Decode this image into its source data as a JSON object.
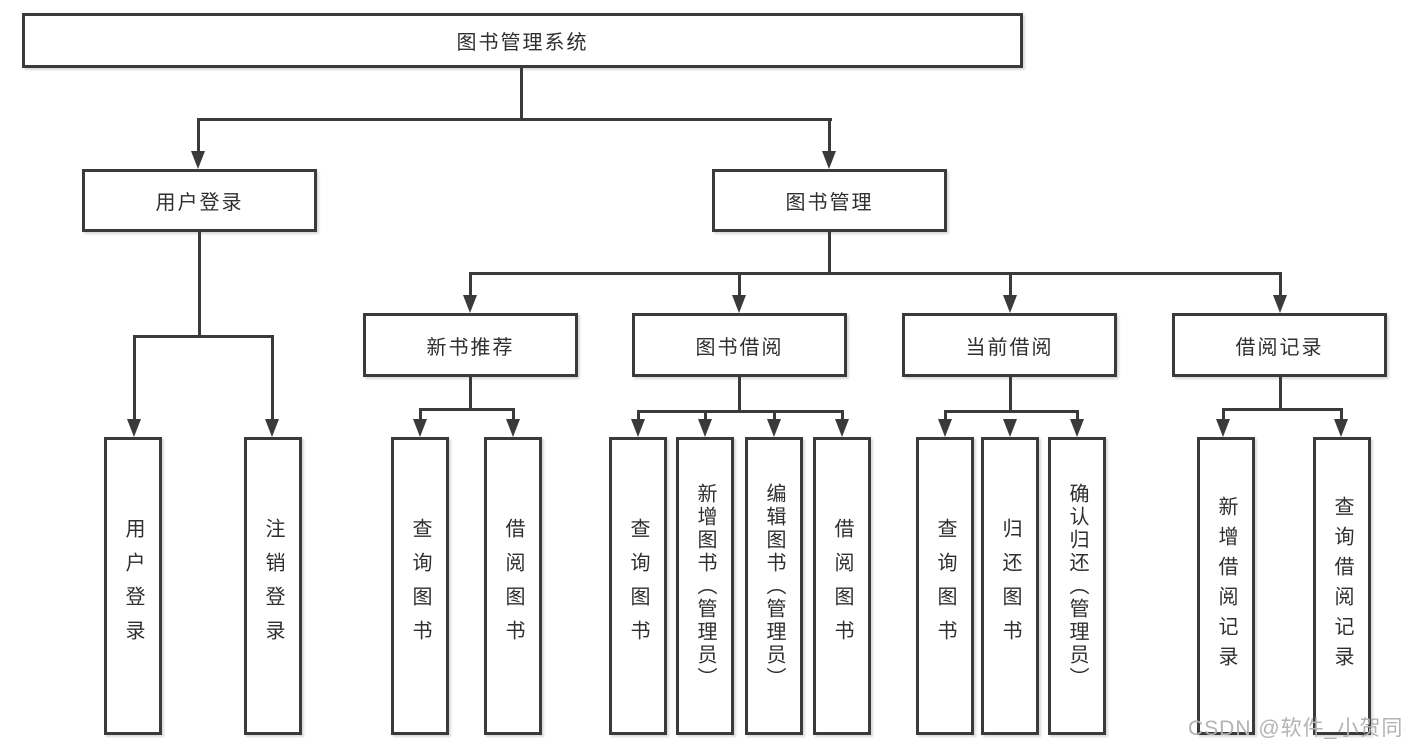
{
  "tree": {
    "label": "图书管理系统",
    "children": [
      {
        "label": "用户登录",
        "children": [
          {
            "label": "用户登录"
          },
          {
            "label": "注销登录"
          }
        ]
      },
      {
        "label": "图书管理",
        "children": [
          {
            "label": "新书推荐",
            "children": [
              {
                "label": "查询图书"
              },
              {
                "label": "借阅图书"
              }
            ]
          },
          {
            "label": "图书借阅",
            "children": [
              {
                "label": "查询图书"
              },
              {
                "label": "新增图书（管理员）"
              },
              {
                "label": "编辑图书（管理员）"
              },
              {
                "label": "借阅图书"
              }
            ]
          },
          {
            "label": "当前借阅",
            "children": [
              {
                "label": "查询图书"
              },
              {
                "label": "归还图书"
              },
              {
                "label": "确认归还（管理员）"
              }
            ]
          },
          {
            "label": "借阅记录",
            "children": [
              {
                "label": "新增借阅记录"
              },
              {
                "label": "查询借阅记录"
              }
            ]
          }
        ]
      }
    ]
  },
  "watermark": "CSDN @软件_小贺同学",
  "colors": {
    "line": "#3a3a3a",
    "text": "#2f2f2f",
    "background": "#ffffff",
    "watermark": "#b3b3b3"
  }
}
